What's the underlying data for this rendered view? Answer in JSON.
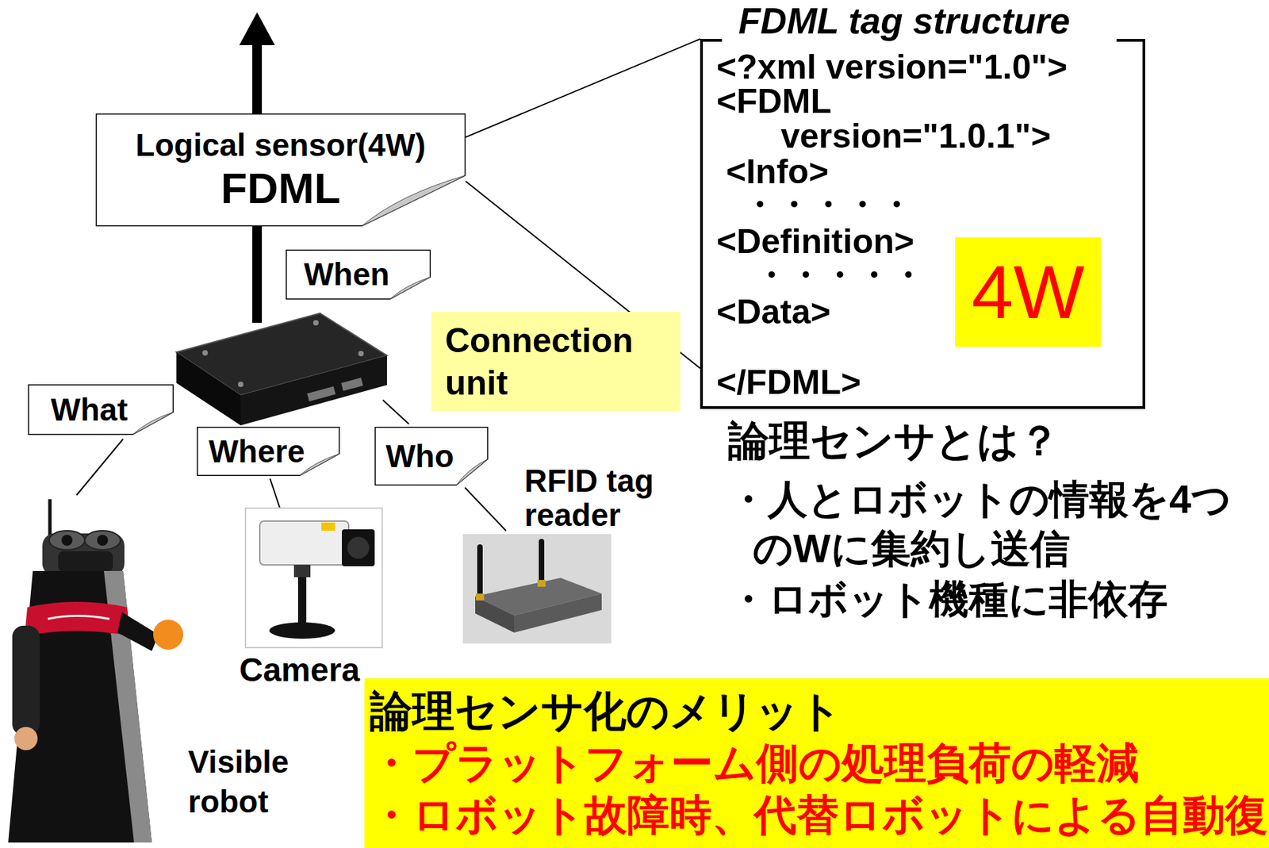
{
  "diagram": {
    "nodes": [
      {
        "text": [
          "Logical sensor(4W)",
          "FDML"
        ]
      },
      {
        "text": [
          "FDML tag structure",
          "<?xml version=\"1.0\">",
          "<FDML version=\"1.0.1\">",
          "<Info>",
          "・・・・・",
          "<Definition>",
          "・・・・・",
          "<Data>",
          "</FDML>"
        ]
      },
      {
        "text": [
          "4W"
        ],
        "in": 1
      },
      {
        "text": [
          "When"
        ]
      },
      {
        "text": [
          "Connection unit"
        ]
      },
      {
        "text": [
          "What"
        ]
      },
      {
        "text": [
          "Where"
        ]
      },
      {
        "text": [
          "Who"
        ]
      },
      {
        "text": [
          "論理センサ化のメリット",
          "・プラットフォーム側の処理負荷の軽減",
          "・ロボット故障時、代替ロボットによる自動復"
        ]
      }
    ],
    "edges": [
      {
        "from": 0,
        "to": 1,
        "arrow": "none"
      },
      {
        "from": 0,
        "to": 1,
        "arrow": "none"
      }
    ],
    "labels": [
      "RFID tag reader",
      "Camera",
      "Visible robot",
      "論理センサとは？",
      "・人とロボットの情報を4つ のWに集約し送信",
      "・ロボット機種に非依存"
    ]
  }
}
